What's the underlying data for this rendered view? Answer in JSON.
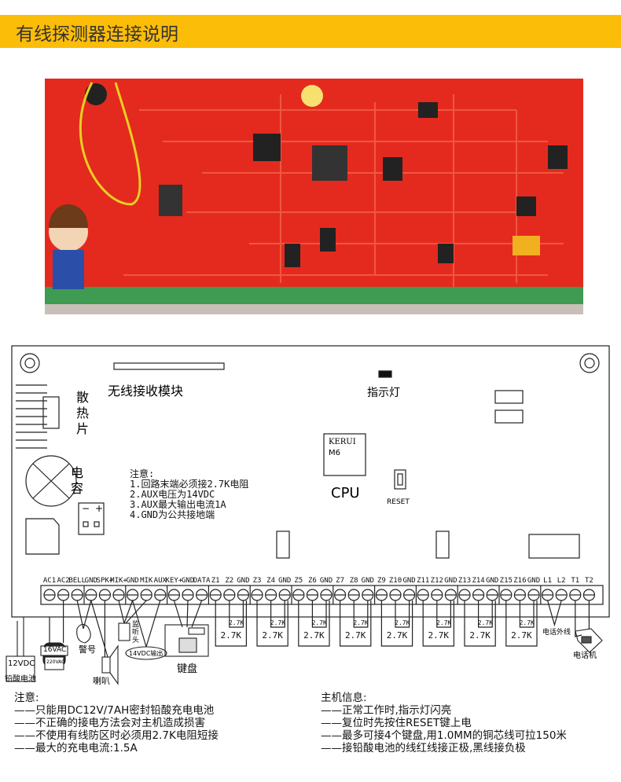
{
  "header": {
    "title": "有线探测器连接说明"
  },
  "board": {
    "wireless_module": "无线接收模块",
    "indicator": "指示灯",
    "heatsink": "散热片",
    "capacitor": "电容",
    "battery_minus": "−",
    "battery_plus": "+",
    "cpu_brand": "KERUI",
    "cpu_model": "M6",
    "cpu_label": "CPU",
    "reset_label": "RESET",
    "notes_title": "注意:",
    "notes": [
      "1.回路末端必须接2.7K电阻",
      "2.AUX电压为14VDC",
      "3.AUX最大输出电流1A",
      "4.GND为公共接地端"
    ]
  },
  "terminals": [
    "AC1",
    "AC2",
    "BELL",
    "GND",
    "SPK+",
    "MIK+",
    "GND",
    "MIK",
    "AUX",
    "KEY+",
    "GND",
    "DATA",
    "Z1",
    "Z2",
    "GND",
    "Z3",
    "Z4",
    "GND",
    "Z5",
    "Z6",
    "GND",
    "Z7",
    "Z8",
    "GND",
    "Z9",
    "Z10",
    "GND",
    "Z11",
    "Z12",
    "GND",
    "Z13",
    "Z14",
    "GND",
    "Z15",
    "Z16",
    "GND",
    "L1",
    "L2",
    "T1",
    "T2"
  ],
  "resistor_value": "2.7K",
  "peripherals": {
    "battery_voltage": "12VDC",
    "battery_label": "铅酸电池",
    "transformer_out": "16VAC",
    "transformer_in": "220VAC",
    "siren": "警号",
    "speaker": "喇叭",
    "monitor_head": "监听头",
    "aux_output": "14VDC输出",
    "keypad": "键盘",
    "phone_line": "电话外线",
    "telephone": "电话机"
  },
  "footer_left": {
    "title": "注意:",
    "items": [
      "——只能用DC12V/7AH密封铅酸充电电池",
      "——不正确的接电方法会对主机造成损害",
      "——不使用有线防区时必须用2.7K电阻短接",
      "——最大的充电电流:1.5A"
    ]
  },
  "footer_right": {
    "title": "主机信息:",
    "items": [
      "——正常工作时,指示灯闪亮",
      "——复位时先按住RESET键上电",
      "——最多可接4个键盘,用1.0MM的铜芯线可拉150米",
      "——接铅酸电池的线红线接正极,黑线接负极"
    ]
  }
}
